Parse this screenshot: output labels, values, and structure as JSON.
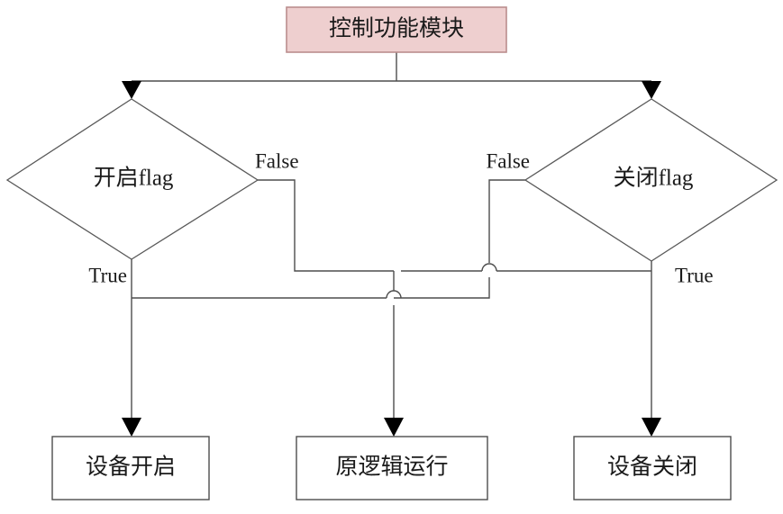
{
  "diagram": {
    "title_node": {
      "label": "控制功能模块"
    },
    "decisions": [
      {
        "id": "open-flag",
        "label": "开启flag",
        "true_label": "True",
        "false_label": "False"
      },
      {
        "id": "close-flag",
        "label": "关闭flag",
        "true_label": "True",
        "false_label": "False"
      }
    ],
    "terminals": [
      {
        "id": "device-on",
        "label": "设备开启"
      },
      {
        "id": "original-logic",
        "label": "原逻辑运行"
      },
      {
        "id": "device-off",
        "label": "设备关闭"
      }
    ],
    "colors": {
      "accent_fill": "#eecfcf",
      "accent_border": "#bb8e8e",
      "node_border": "#4d4d4d",
      "line": "#4d4d4d",
      "text": "#1a1a1a",
      "background": "#ffffff"
    }
  }
}
